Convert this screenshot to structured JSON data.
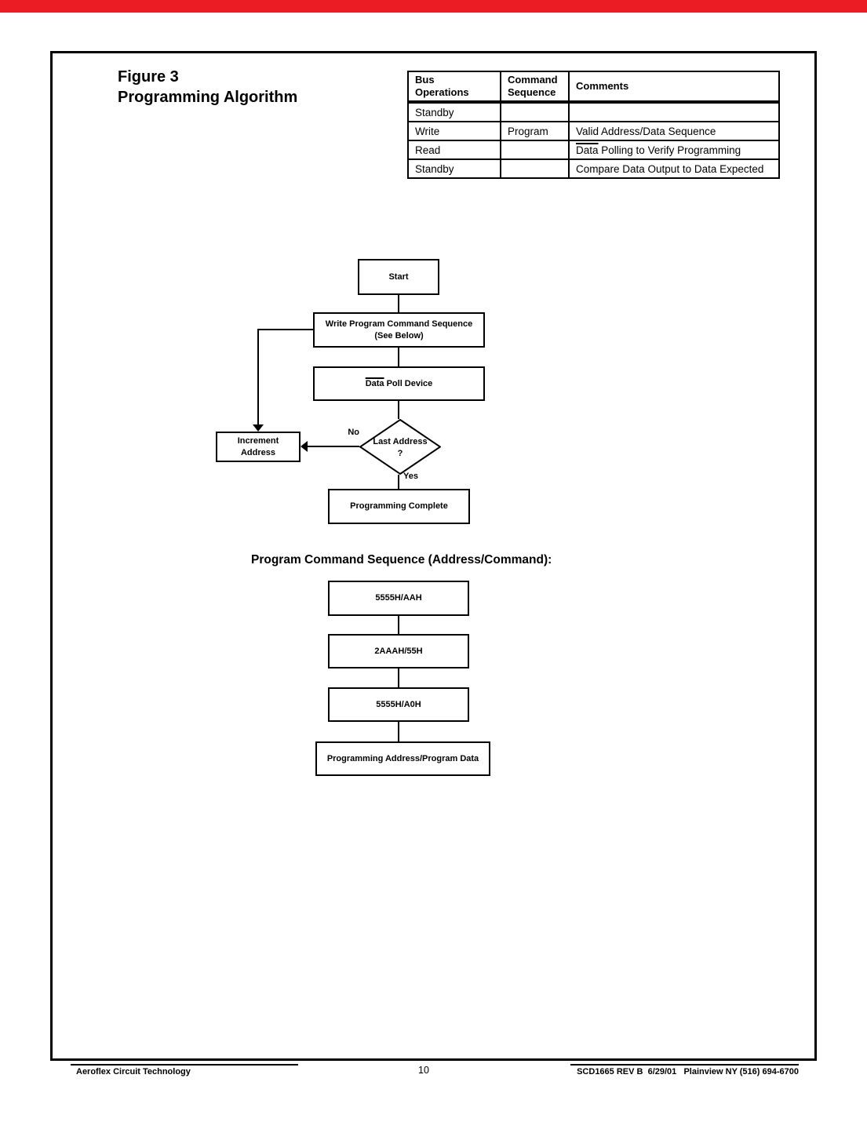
{
  "colors": {
    "top_bar": "#ec1c24",
    "ink": "#000000",
    "paper": "#ffffff"
  },
  "figure": {
    "title_line1": "Figure 3",
    "title_line2": "Programming Algorithm"
  },
  "table": {
    "headers": {
      "col1_line1": "Bus",
      "col1_line2": "Operations",
      "col2_line1": "Command",
      "col2_line2": "Sequence",
      "col3": "Comments"
    },
    "rows": [
      {
        "bus": "Standby",
        "seq": "",
        "comment_ol": "",
        "comment": ""
      },
      {
        "bus": "Write",
        "seq": "Program",
        "comment_ol": "",
        "comment": "Valid Address/Data Sequence"
      },
      {
        "bus": "Read",
        "seq": "",
        "comment_ol": "Data",
        "comment": " Polling to Verify Programming"
      },
      {
        "bus": "Standby",
        "seq": "",
        "comment_ol": "",
        "comment": "Compare Data Output to Data Expected"
      }
    ]
  },
  "flowchart": {
    "start": "Start",
    "write_program_line1": "Write Program Command Sequence",
    "write_program_line2": "(See Below)",
    "data_poll_overline": "Data",
    "data_poll_rest": " Poll Device",
    "decision_line1": "Last Address",
    "decision_line2": "?",
    "no_label": "No",
    "yes_label": "Yes",
    "increment_line1": "Increment",
    "increment_line2": "Address",
    "complete": "Programming Complete"
  },
  "command_sequence": {
    "heading": "Program Command Sequence (Address/Command):",
    "step1": "5555H/AAH",
    "step2": "2AAAH/55H",
    "step3": "5555H/A0H",
    "step4": "Programming Address/Program Data"
  },
  "footer": {
    "company": "Aeroflex Circuit Technology",
    "page_number": "10",
    "doc_info": "SCD1665 REV B  6/29/01   Plainview NY (516) 694-6700"
  }
}
